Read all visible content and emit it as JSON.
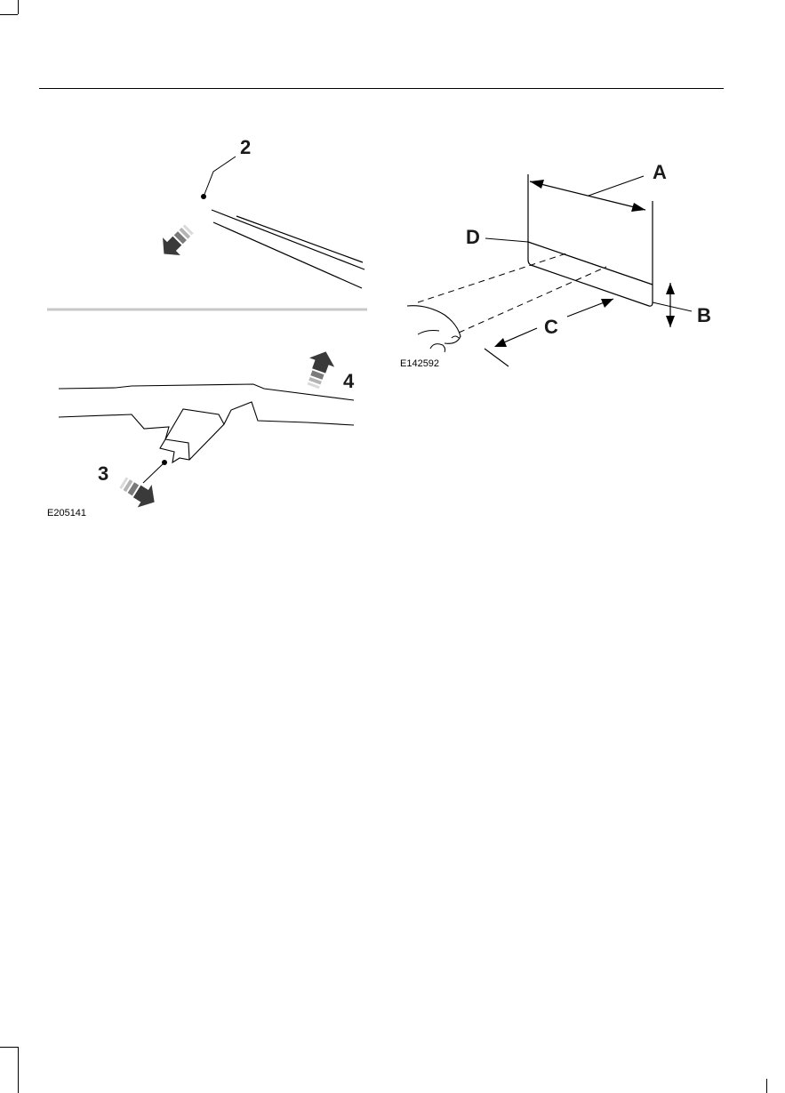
{
  "left_figure": {
    "callout_2": "2",
    "callout_3": "3",
    "callout_4": "4",
    "figure_code": "E205141"
  },
  "right_figure": {
    "label_a": "A",
    "label_b": "B",
    "label_c": "C",
    "label_d": "D",
    "figure_code": "E142592"
  }
}
